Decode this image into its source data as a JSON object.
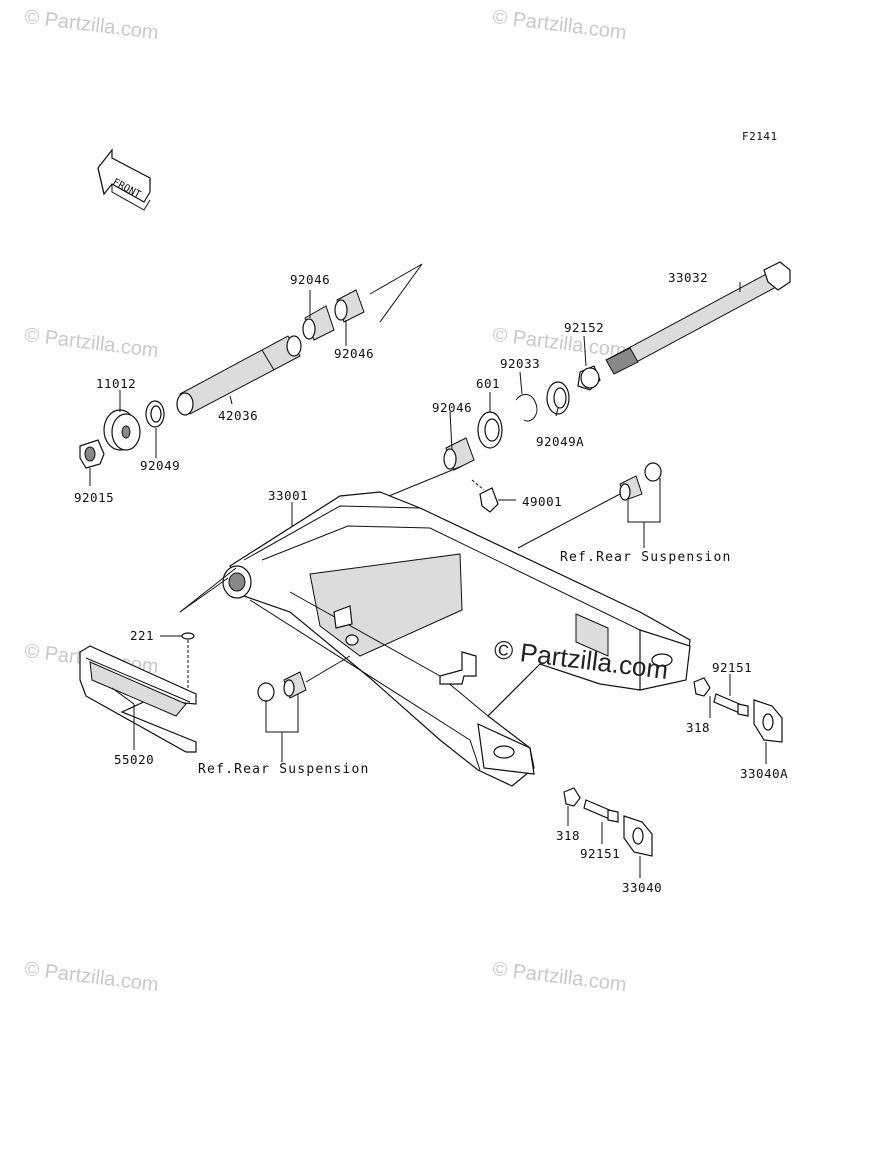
{
  "diagram": {
    "figure_code": "F2141",
    "front_arrow_label": "FRONT",
    "watermark_text": "© Partzilla.com",
    "center_watermark": "© Partzilla.com",
    "ref_label_1": "Ref.Rear Suspension",
    "ref_label_2": "Ref.Rear Suspension",
    "parts": {
      "p92046_a": "92046",
      "p92046_b": "92046",
      "p92046_c": "92046",
      "p33032": "33032",
      "p92152": "92152",
      "p92033": "92033",
      "p601": "601",
      "p92049A": "92049A",
      "p11012": "11012",
      "p42036": "42036",
      "p92049": "92049",
      "p92015": "92015",
      "p33001": "33001",
      "p49001": "49001",
      "p221": "221",
      "p55020": "55020",
      "p92151_a": "92151",
      "p318_a": "318",
      "p33040A": "33040A",
      "p318_b": "318",
      "p92151_b": "92151",
      "p33040": "33040"
    }
  }
}
